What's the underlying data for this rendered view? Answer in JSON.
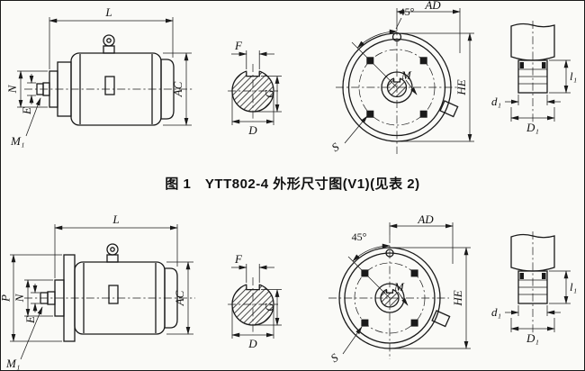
{
  "page": {
    "background": "#fafaf7",
    "ink": "#1a1a1a"
  },
  "caption": "图 1　YTT802-4 外形尺寸图(V1)(见表 2)",
  "top_view": {
    "side": {
      "L": "L",
      "N": "N",
      "E": "E",
      "AC": "AC",
      "M1": "M₁"
    },
    "section": {
      "F": "F",
      "G": "G",
      "D": "D"
    },
    "front": {
      "angle": "45°",
      "AD": "AD",
      "M": "M",
      "HE": "HE",
      "S": "S"
    },
    "shaft_end": {
      "l1": "l₁",
      "d1": "d₁",
      "D1": "D₁"
    }
  },
  "bottom_view": {
    "side": {
      "L": "L",
      "P": "P",
      "N": "N",
      "E": "E",
      "AC": "AC",
      "M1": "M₁"
    },
    "section": {
      "F": "F",
      "G": "G",
      "D": "D"
    },
    "front": {
      "angle": "45°",
      "AD": "AD",
      "M": "M",
      "HE": "HE",
      "S": "S"
    },
    "shaft_end": {
      "l1": "l₁",
      "d1": "d₁",
      "D1": "D₁"
    }
  }
}
